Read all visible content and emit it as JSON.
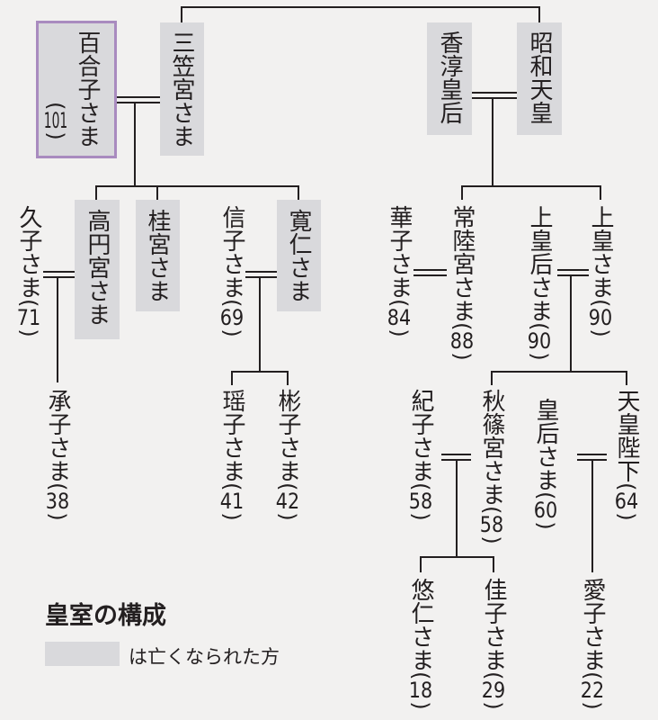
{
  "title": "皇室の構成",
  "legend": {
    "label": "は亡くなられた方",
    "swatch_color": "#d9d9dc"
  },
  "colors": {
    "deceased_bg": "#d9d9dc",
    "highlight_border": "#a98bbf",
    "line": "#231f20"
  },
  "people": {
    "yuriko": {
      "name": "百合子さま",
      "age": "101"
    },
    "mikasa": {
      "name": "三笠宮さま"
    },
    "kojun": {
      "name": "香淳皇后"
    },
    "showa": {
      "name": "昭和天皇"
    },
    "hisako": {
      "name": "久子さま",
      "age": "71"
    },
    "takamado": {
      "name": "高円宮さま"
    },
    "katsura": {
      "name": "桂宮さま"
    },
    "nobuko": {
      "name": "信子さま",
      "age": "69"
    },
    "tomohito": {
      "name": "寛仁さま"
    },
    "hanako": {
      "name": "華子さま",
      "age": "84"
    },
    "hitachi": {
      "name": "常陸宮さま",
      "age": "88"
    },
    "empress_emerita": {
      "name": "上皇后さま",
      "age": "90"
    },
    "emperor_emerita": {
      "name": "上皇さま",
      "age": "90"
    },
    "tsuguko": {
      "name": "承子さま",
      "age": "38"
    },
    "yoko": {
      "name": "瑶子さま",
      "age": "41"
    },
    "akiko": {
      "name": "彬子さま",
      "age": "42"
    },
    "kiko": {
      "name": "紀子さま",
      "age": "58"
    },
    "akishino": {
      "name": "秋篠宮さま",
      "age": "58"
    },
    "empress": {
      "name": "皇后さま",
      "age": "60"
    },
    "emperor": {
      "name": "天皇陛下",
      "age": "64"
    },
    "hisahito": {
      "name": "悠仁さま",
      "age": "18"
    },
    "kako": {
      "name": "佳子さま",
      "age": "29"
    },
    "aiko": {
      "name": "愛子さま",
      "age": "22"
    }
  }
}
